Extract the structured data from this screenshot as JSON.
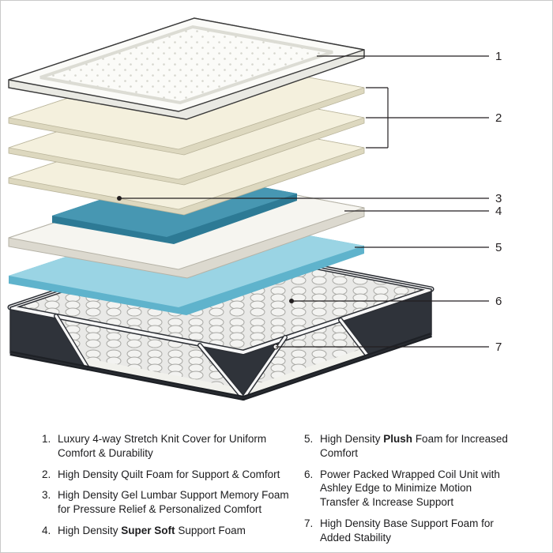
{
  "diagram": {
    "callouts": [
      {
        "n": "1"
      },
      {
        "n": "2"
      },
      {
        "n": "3"
      },
      {
        "n": "4"
      },
      {
        "n": "5"
      },
      {
        "n": "6"
      },
      {
        "n": "7"
      }
    ],
    "colors": {
      "cover": "#fbfbf8",
      "cover_side": "#e9e9e3",
      "quilt_foam": "#f4f0dd",
      "quilt_foam_side": "#ddd8bf",
      "memory_gel": "#4797b2",
      "memory_gel_side": "#2d7a95",
      "support_foam": "#f6f5f0",
      "support_foam_side": "#dcd9cf",
      "plush_foam": "#9ad4e4",
      "plush_foam_side": "#5fb3cc",
      "coil_bg": "#e9e9e7",
      "base_fabric": "#2f333a",
      "base_foam_stripe": "#f1f1ec",
      "outline": "#231f20",
      "tape": "#f7f7f7"
    }
  },
  "legend": {
    "columns": [
      {
        "items": [
          {
            "number": "1.",
            "segments": [
              {
                "text": "Luxury 4-way Stretch Knit Cover for Uniform Comfort & Durability",
                "bold": false
              }
            ]
          },
          {
            "number": "2.",
            "segments": [
              {
                "text": "High Density Quilt Foam for Support & Comfort",
                "bold": false
              }
            ]
          },
          {
            "number": "3.",
            "segments": [
              {
                "text": "High Density Gel Lumbar Support Memory Foam for Pressure Relief & Personalized Comfort",
                "bold": false
              }
            ]
          },
          {
            "number": "4.",
            "segments": [
              {
                "text": "High Density ",
                "bold": false
              },
              {
                "text": "Super Soft",
                "bold": true
              },
              {
                "text": " Support Foam",
                "bold": false
              }
            ]
          }
        ]
      },
      {
        "items": [
          {
            "number": "5.",
            "segments": [
              {
                "text": "High Density ",
                "bold": false
              },
              {
                "text": "Plush",
                "bold": true
              },
              {
                "text": " Foam for Increased Comfort",
                "bold": false
              }
            ]
          },
          {
            "number": "6.",
            "segments": [
              {
                "text": "Power Packed Wrapped Coil Unit with Ashley Edge to Minimize Motion Transfer & Increase Support",
                "bold": false
              }
            ]
          },
          {
            "number": "7.",
            "segments": [
              {
                "text": "High Density Base Support Foam for Added Stability",
                "bold": false
              }
            ]
          }
        ]
      }
    ]
  }
}
